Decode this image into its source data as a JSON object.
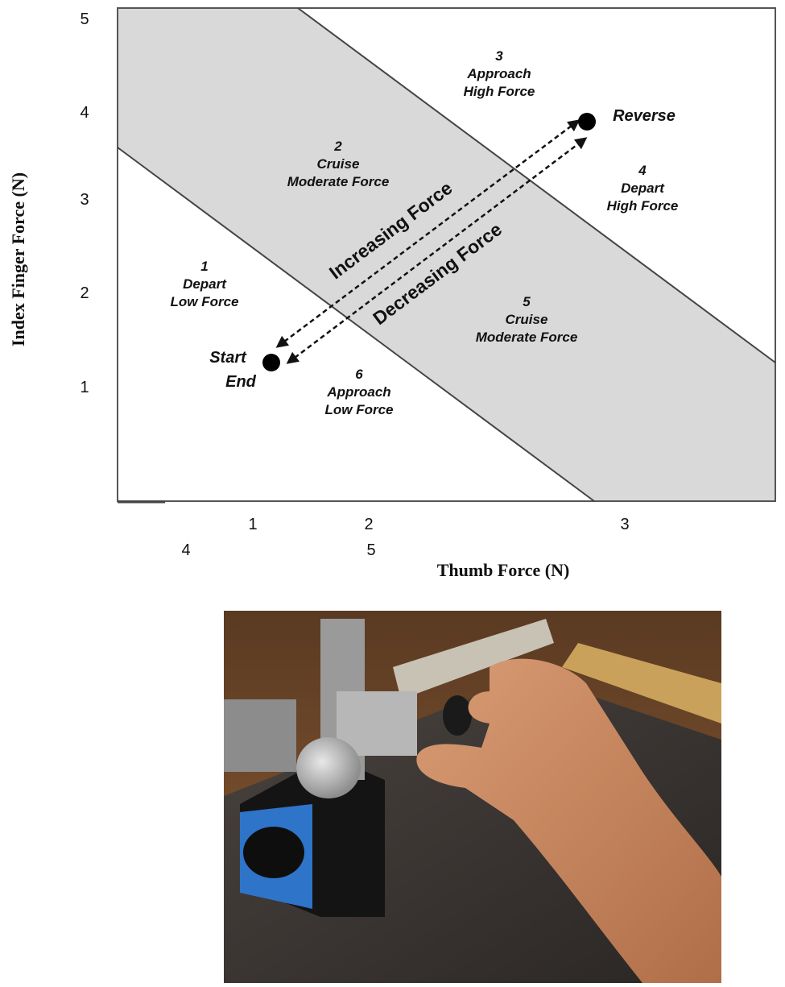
{
  "chart_data": {
    "type": "scatter",
    "xlabel": "Thumb Force (N)",
    "ylabel": "Index Finger Force (N)",
    "x_tick_labels": [
      "1",
      "2",
      "3",
      "4",
      "5"
    ],
    "y_tick_labels": [
      "1",
      "2",
      "3",
      "4",
      "5"
    ],
    "ylim": [
      0,
      5
    ],
    "grid": false,
    "bands": [
      {
        "name": "moderate-force-band",
        "color": "#d9d9d9"
      }
    ],
    "regions": [
      {
        "number": "1",
        "line1": "Depart",
        "line2": "Low Force"
      },
      {
        "number": "2",
        "line1": "Cruise",
        "line2": "Moderate Force"
      },
      {
        "number": "3",
        "line1": "Approach",
        "line2": "High Force"
      },
      {
        "number": "4",
        "line1": "Depart",
        "line2": "High Force"
      },
      {
        "number": "5",
        "line1": "Cruise",
        "line2": "Moderate Force"
      },
      {
        "number": "6",
        "line1": "Approach",
        "line2": "Low Force"
      }
    ],
    "points": [
      {
        "label_top": "Start",
        "label_bottom": "End",
        "y": 1.2
      },
      {
        "label": "Reverse",
        "y": 3.9
      }
    ],
    "annotations": {
      "increasing": "Increasing Force",
      "decreasing": "Decreasing Force"
    }
  },
  "photo": {
    "colors": {
      "table": "#3d3733",
      "wood": "#7a5230",
      "base": "#151515",
      "label": "#2e74c9",
      "knob": "#b9b9b9",
      "rail": "#c8c2b4",
      "skin": "#c98a62"
    }
  }
}
